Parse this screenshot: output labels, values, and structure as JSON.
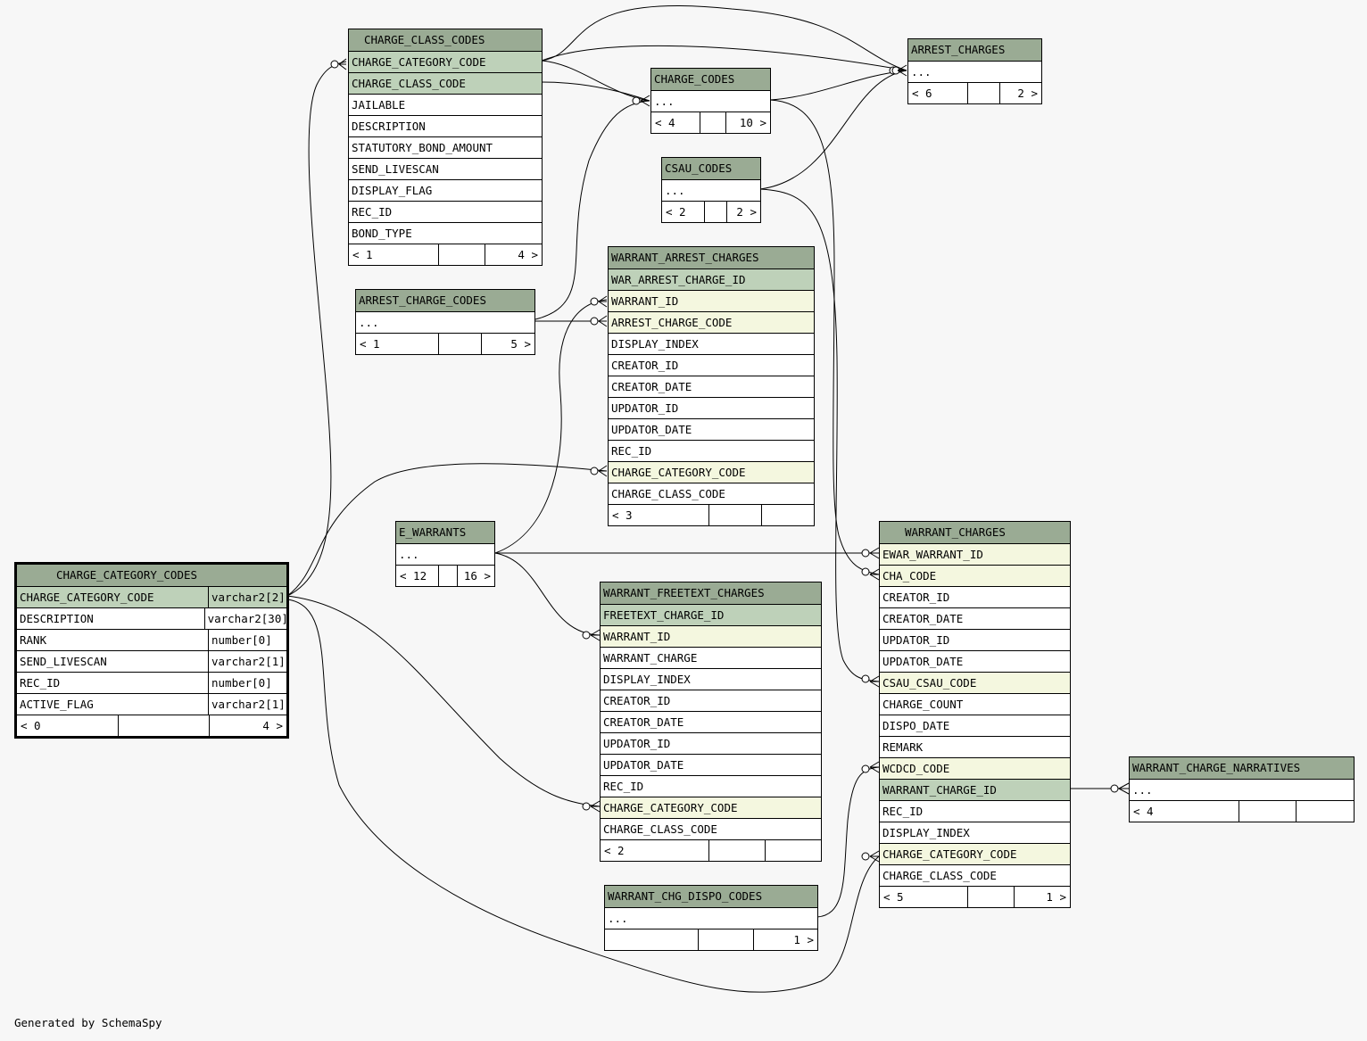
{
  "footer_text": "Generated by SchemaSpy",
  "tables": {
    "charge_class_codes": {
      "name": "CHARGE_CLASS_CODES",
      "columns": [
        "CHARGE_CATEGORY_CODE",
        "CHARGE_CLASS_CODE",
        "JAILABLE",
        "DESCRIPTION",
        "STATUTORY_BOND_AMOUNT",
        "SEND_LIVESCAN",
        "DISPLAY_FLAG",
        "REC_ID",
        "BOND_TYPE"
      ],
      "footer": {
        "left": "< 1",
        "right": "4 >"
      }
    },
    "charge_codes": {
      "name": "CHARGE_CODES",
      "columns": [
        "..."
      ],
      "footer": {
        "left": "< 4",
        "right": "10 >"
      }
    },
    "arrest_charges": {
      "name": "ARREST_CHARGES",
      "columns": [
        "..."
      ],
      "footer": {
        "left": "< 6",
        "right": "2 >"
      }
    },
    "csau_codes": {
      "name": "CSAU_CODES",
      "columns": [
        "..."
      ],
      "footer": {
        "left": "< 2",
        "right": "2 >"
      }
    },
    "arrest_charge_codes": {
      "name": "ARREST_CHARGE_CODES",
      "columns": [
        "..."
      ],
      "footer": {
        "left": "< 1",
        "right": "5 >"
      }
    },
    "warrant_arrest_charges": {
      "name": "WARRANT_ARREST_CHARGES",
      "columns": [
        "WAR_ARREST_CHARGE_ID",
        "WARRANT_ID",
        "ARREST_CHARGE_CODE",
        "DISPLAY_INDEX",
        "CREATOR_ID",
        "CREATOR_DATE",
        "UPDATOR_ID",
        "UPDATOR_DATE",
        "REC_ID",
        "CHARGE_CATEGORY_CODE",
        "CHARGE_CLASS_CODE"
      ],
      "footer": {
        "left": "< 3",
        "right": ""
      }
    },
    "e_warrants": {
      "name": "E_WARRANTS",
      "columns": [
        "..."
      ],
      "footer": {
        "left": "< 12",
        "right": "16 >"
      }
    },
    "charge_category_codes": {
      "name": "CHARGE_CATEGORY_CODES",
      "columns": [
        "CHARGE_CATEGORY_CODE",
        "DESCRIPTION",
        "RANK",
        "SEND_LIVESCAN",
        "REC_ID",
        "ACTIVE_FLAG"
      ],
      "types": [
        "varchar2[2]",
        "varchar2[30]",
        "number[0]",
        "varchar2[1]",
        "number[0]",
        "varchar2[1]"
      ],
      "footer": {
        "left": "< 0",
        "right": "4 >"
      }
    },
    "warrant_freetext_charges": {
      "name": "WARRANT_FREETEXT_CHARGES",
      "columns": [
        "FREETEXT_CHARGE_ID",
        "WARRANT_ID",
        "WARRANT_CHARGE",
        "DISPLAY_INDEX",
        "CREATOR_ID",
        "CREATOR_DATE",
        "UPDATOR_ID",
        "UPDATOR_DATE",
        "REC_ID",
        "CHARGE_CATEGORY_CODE",
        "CHARGE_CLASS_CODE"
      ],
      "footer": {
        "left": "< 2",
        "right": ""
      }
    },
    "warrant_charges": {
      "name": "WARRANT_CHARGES",
      "columns": [
        "EWAR_WARRANT_ID",
        "CHA_CODE",
        "CREATOR_ID",
        "CREATOR_DATE",
        "UPDATOR_ID",
        "UPDATOR_DATE",
        "CSAU_CSAU_CODE",
        "CHARGE_COUNT",
        "DISPO_DATE",
        "REMARK",
        "WCDCD_CODE",
        "WARRANT_CHARGE_ID",
        "REC_ID",
        "DISPLAY_INDEX",
        "CHARGE_CATEGORY_CODE",
        "CHARGE_CLASS_CODE"
      ],
      "footer": {
        "left": "< 5",
        "right": "1 >"
      }
    },
    "warrant_charge_narratives": {
      "name": "WARRANT_CHARGE_NARRATIVES",
      "columns": [
        "..."
      ],
      "footer": {
        "left": "< 4",
        "right": ""
      }
    },
    "warrant_chg_dispo_codes": {
      "name": "WARRANT_CHG_DISPO_CODES",
      "columns": [
        "..."
      ],
      "footer": {
        "left": "",
        "right": "1 >"
      }
    }
  }
}
